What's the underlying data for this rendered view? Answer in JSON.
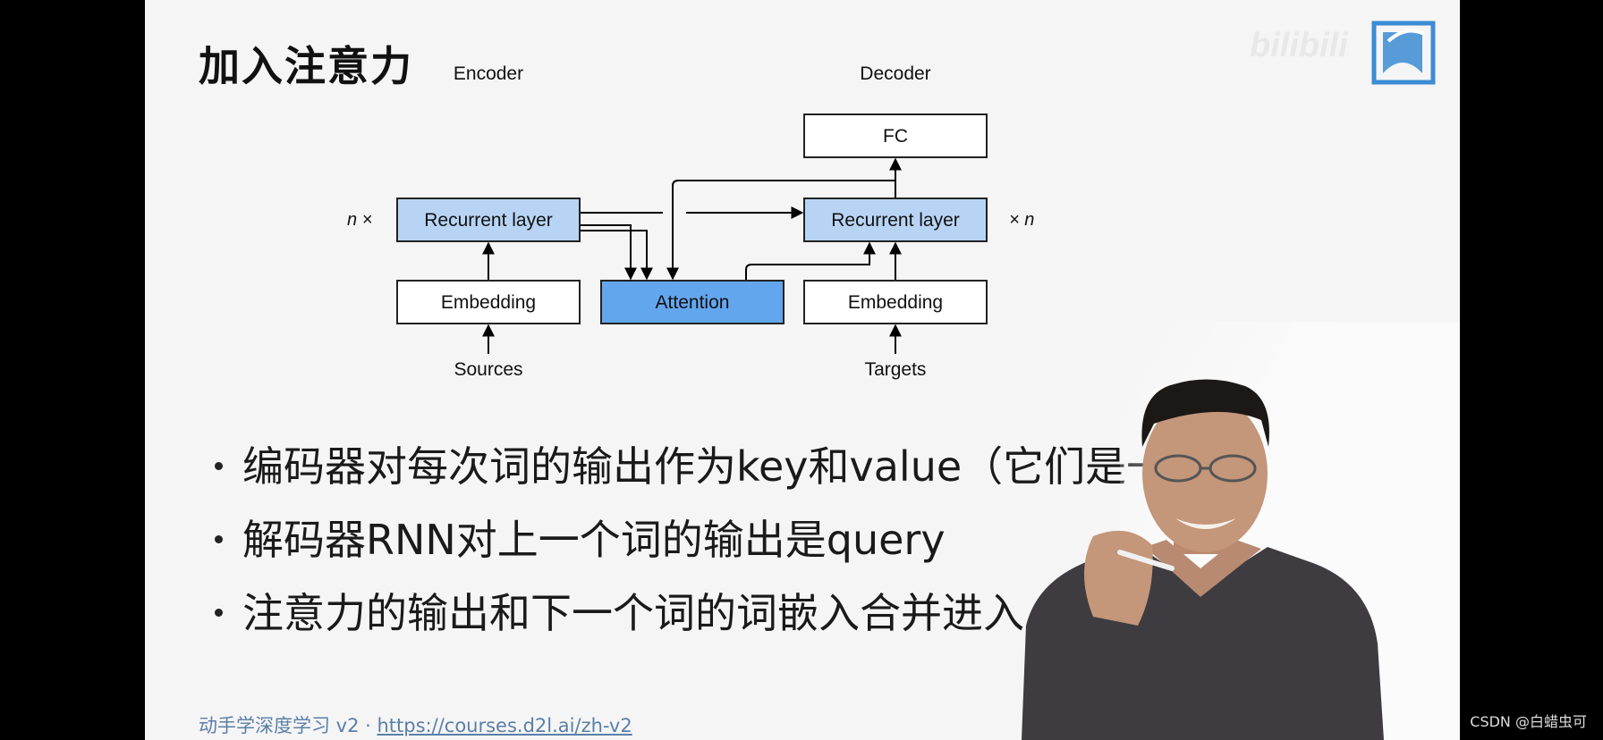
{
  "slide": {
    "title": "加入注意力",
    "bullets": [
      "编码器对每次词的输出作为key和value（它们是一样的）",
      "解码器RNN对上一个词的输出是query",
      "注意力的输出和下一个词的词嵌入合并进入"
    ],
    "footer": {
      "course": "动手学深度学习 v2 · ",
      "url": "https://courses.d2l.ai/zh-v2"
    }
  },
  "diagram": {
    "encoder_label": "Encoder",
    "decoder_label": "Decoder",
    "fc_label": "FC",
    "enc_rnn_label": "Recurrent layer",
    "dec_rnn_label": "Recurrent layer",
    "enc_embed_label": "Embedding",
    "dec_embed_label": "Embedding",
    "attention_label": "Attention",
    "sources_label": "Sources",
    "targets_label": "Targets",
    "enc_repeat": "n ×",
    "dec_repeat": "× n"
  },
  "colors": {
    "rnn_fill": "#b8d4f5",
    "attention_fill": "#62a6ee",
    "slide_bg": "#f5f5f5",
    "logo": "#3c8bd4"
  },
  "overlay": {
    "csdn_watermark": "CSDN @白蜡虫可"
  }
}
